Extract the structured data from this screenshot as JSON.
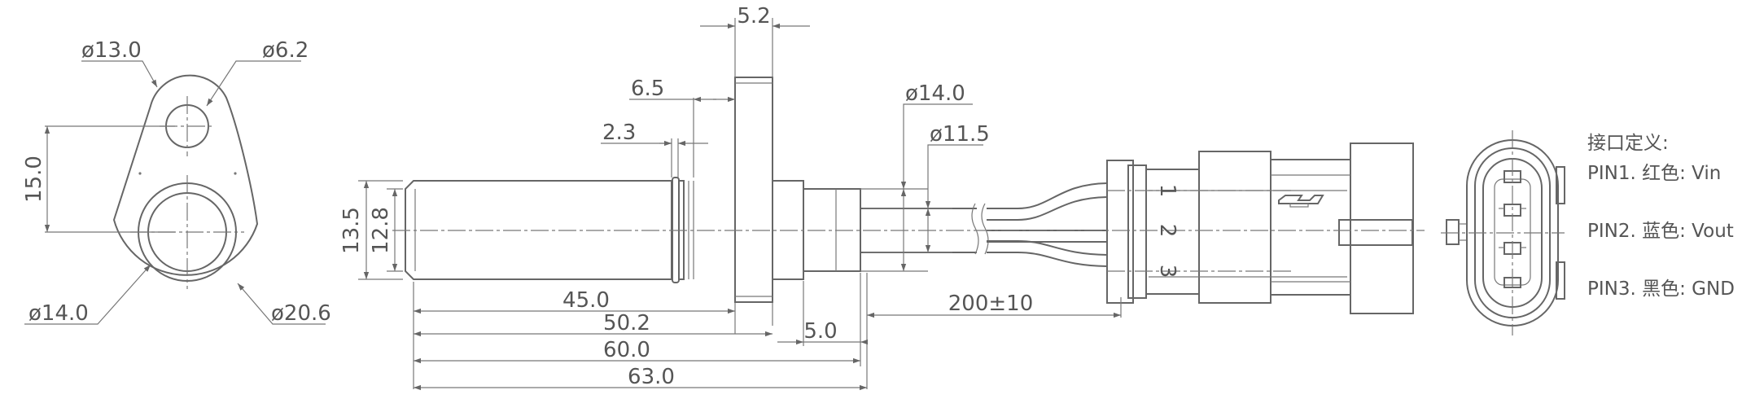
{
  "front_view": {
    "dim_hole_small_left": "ø13.0",
    "dim_hole_small_right": "ø6.2",
    "dim_height": "15.0",
    "dim_bore_left": "ø14.0",
    "dim_bore_right": "ø20.6"
  },
  "side_view": {
    "dim_flange": "5.2",
    "dim_6_5": "6.5",
    "dim_2_3": "2.3",
    "dim_13_5": "13.5",
    "dim_12_8": "12.8",
    "dim_cable_outer": "ø14.0",
    "dim_cable_inner": "ø11.5",
    "dim_45": "45.0",
    "dim_50_2": "50.2",
    "dim_5_0": "5.0",
    "dim_60": "60.0",
    "dim_63": "63.0",
    "dim_cable_len": "200±10"
  },
  "connector": {
    "pin_numbers": [
      "1",
      "2",
      "3"
    ]
  },
  "pin_definition": {
    "title": "接口定义:",
    "pins": [
      "PIN1. 红色: Vin",
      "PIN2. 蓝色: Vout",
      "PIN3. 黑色: GND"
    ]
  }
}
